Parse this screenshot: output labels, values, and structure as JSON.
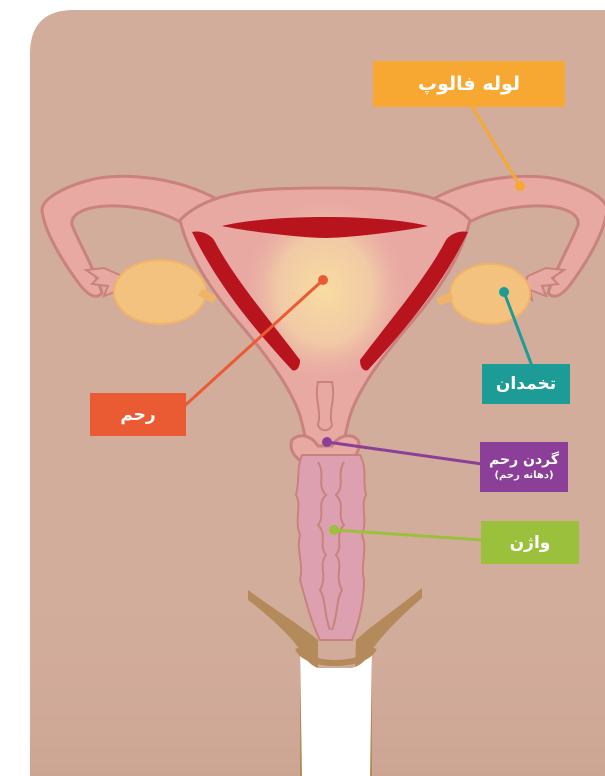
{
  "colors": {
    "background_panel": "#d3ad9c",
    "page": "#ffffff",
    "organ_fill": "#e8a9a3",
    "organ_outline": "#c9827d",
    "uterine_lining": "#b8141e",
    "uterus_glow": "#f6d9a0",
    "ovary": "#f3c27e",
    "vagina": "#dca0b0",
    "skin": "#b48a5a",
    "fallopian_tube": "#f7a833",
    "ovary_label": "#1c9b97",
    "uterus_label": "#ea5a33",
    "cervix_label": "#8c3f98",
    "vagina_label": "#9bc03c"
  },
  "labels": {
    "fallopian_tube": "لوله فالوپ",
    "ovary": "تخمدان",
    "uterus": "رحم",
    "cervix": "گردن رحم",
    "cervix_sub": "(دهانه رحم)",
    "vagina": "واژن"
  },
  "icons": {
    "pointer_dot": "circle-dot"
  }
}
